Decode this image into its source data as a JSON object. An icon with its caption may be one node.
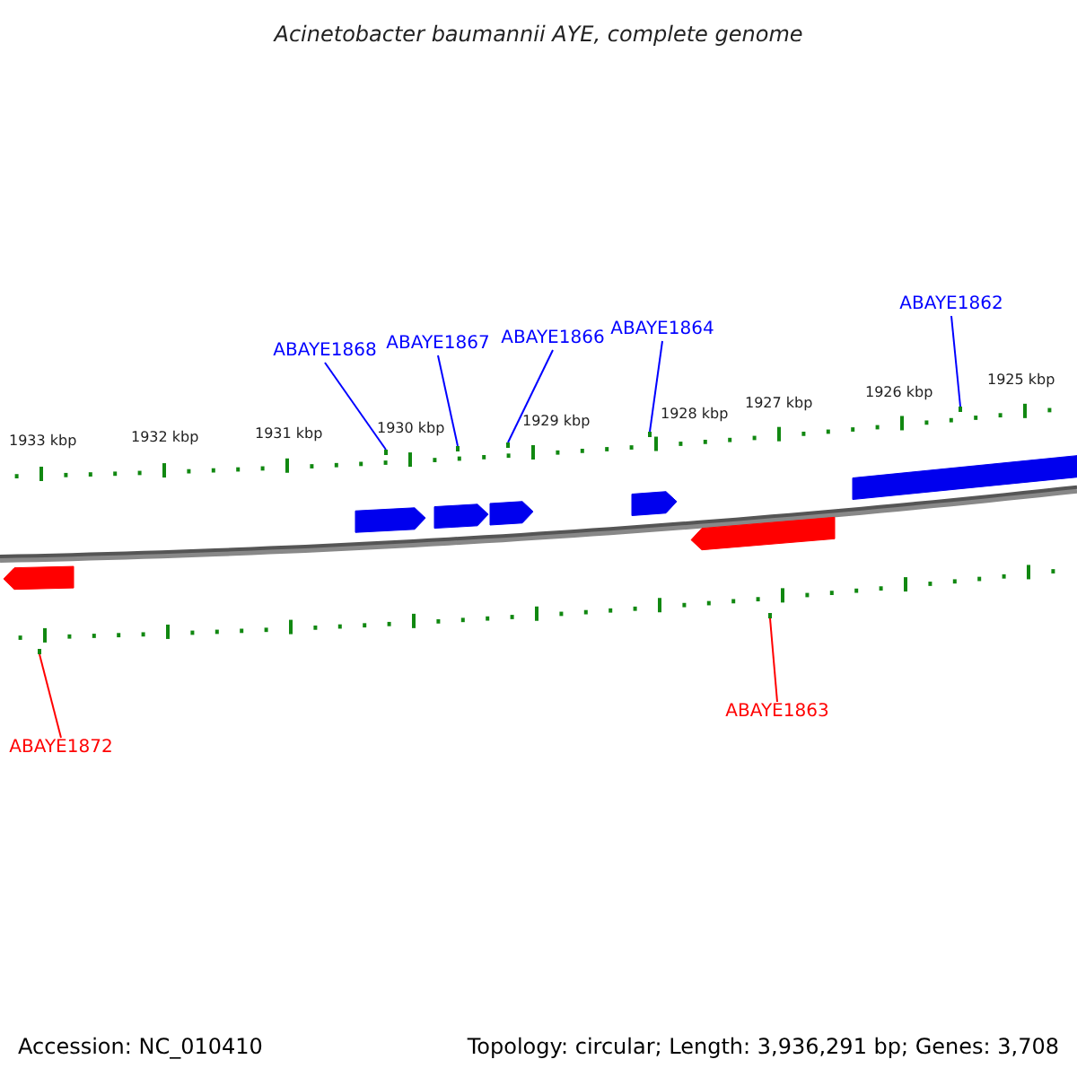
{
  "diagram": {
    "title": "Acinetobacter baumannii AYE, complete genome",
    "nodes": [
      {
        "text": [
          "ABAYE1868"
        ]
      },
      {
        "text": [
          "ABAYE1867"
        ]
      },
      {
        "text": [
          "ABAYE1866"
        ]
      },
      {
        "text": [
          "ABAYE1864"
        ]
      },
      {
        "text": [
          "ABAYE1862"
        ]
      },
      {
        "text": [
          "ABAYE1872"
        ]
      },
      {
        "text": [
          "ABAYE1863"
        ]
      },
      {
        "text": [],
        "shape": "bar"
      },
      {
        "text": [],
        "shape": "bar"
      },
      {
        "text": [],
        "shape": "bar"
      },
      {
        "text": [],
        "shape": "bar"
      },
      {
        "text": [],
        "shape": "bar"
      },
      {
        "text": [],
        "shape": "bar"
      },
      {
        "text": [],
        "shape": "bar"
      }
    ],
    "edges": [
      {
        "from": 0,
        "to": 7,
        "arrow": "none"
      },
      {
        "from": 1,
        "to": 8,
        "arrow": "none"
      },
      {
        "from": 2,
        "to": 9,
        "arrow": "none"
      },
      {
        "from": 3,
        "to": 10,
        "arrow": "none"
      },
      {
        "from": 4,
        "to": 11,
        "arrow": "none"
      },
      {
        "from": 5,
        "to": 12,
        "arrow": "none",
        "color": "#ff0000"
      },
      {
        "from": 6,
        "to": 13,
        "arrow": "none",
        "color": "#ff0000"
      }
    ],
    "labels": [
      "1933 kbp",
      "1932 kbp",
      "1931 kbp",
      "1930 kbp",
      "1929 kbp",
      "1928 kbp",
      "1927 kbp",
      "1926 kbp",
      "1925 kbp",
      "Accession: NC_010410",
      "Topology: circular; Length: 3,936,291 bp; Genes: 3,708"
    ]
  }
}
